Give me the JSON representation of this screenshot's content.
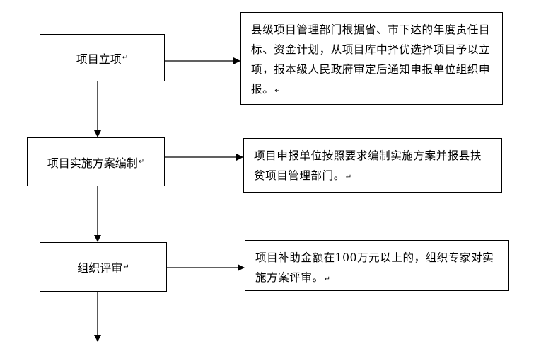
{
  "steps": [
    {
      "label": "项目立项",
      "description": "县级项目管理部门根据省、市下达的年度责任目标、资金计划，从项目库中择优选择项目予以立项，报本级人民政府审定后通知申报单位组织申报。"
    },
    {
      "label": "项目实施方案编制",
      "description": "项目申报单位按照要求编制实施方案并报县扶贫项目管理部门。"
    },
    {
      "label": "组织评审",
      "description": "项目补助金额在100万元以上的，组织专家对实施方案评审。"
    }
  ],
  "paragraph_mark": "↵"
}
